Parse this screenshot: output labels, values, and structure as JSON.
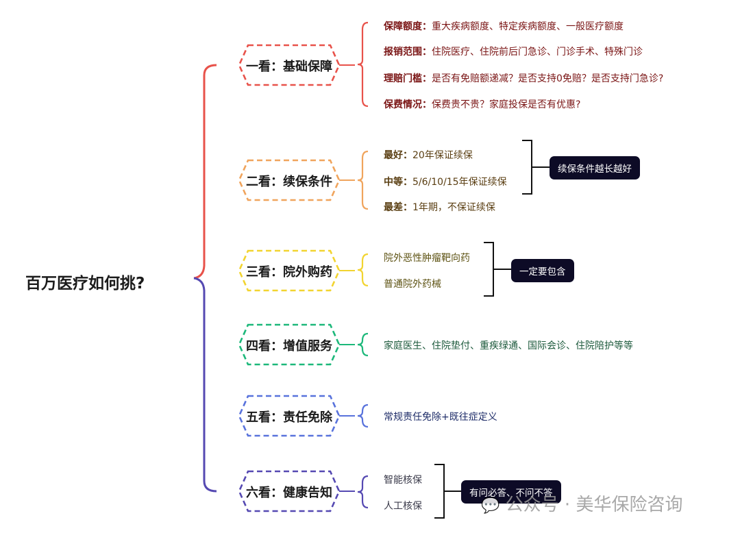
{
  "root": "百万医疗如何挑?",
  "branches": [
    {
      "title": "一看：基础保障",
      "color": "#e8524a",
      "text_color": "#7a1414",
      "items": [
        {
          "label": "保障额度：",
          "text": "重大疾病额度、特定疾病额度、一般医疗额度"
        },
        {
          "label": "报销范围：",
          "text": "住院医疗、住院前后门急诊、门诊手术、特殊门诊"
        },
        {
          "label": "理赔门槛：",
          "text": "是否有免赔额递减？是否支持0免赔？是否支持门急诊?"
        },
        {
          "label": "保费情况：",
          "text": "保费贵不贵？家庭投保是否有优惠?"
        }
      ]
    },
    {
      "title": "二看：续保条件",
      "color": "#f0a45c",
      "text_color": "#5a3e12",
      "items": [
        {
          "label": "最好：",
          "text": "20年保证续保"
        },
        {
          "label": "中等：",
          "text": "5/6/10/15年保证续保"
        },
        {
          "label": "最差：",
          "text": "1年期，不保证续保"
        }
      ],
      "note": "续保条件越长越好"
    },
    {
      "title": "三看：院外购药",
      "color": "#f2d430",
      "text_color": "#5e5314",
      "items": [
        {
          "label": "",
          "text": "院外恶性肿瘤靶向药"
        },
        {
          "label": "",
          "text": "普通院外药械"
        }
      ],
      "note": "一定要包含"
    },
    {
      "title": "四看：增值服务",
      "color": "#1cb87a",
      "text_color": "#1d5a3c",
      "items": [
        {
          "label": "",
          "text": "家庭医生、住院垫付、重疾绿通、国际会诊、住院陪护等等"
        }
      ]
    },
    {
      "title": "五看：责任免除",
      "color": "#5872dc",
      "text_color": "#1e2c68",
      "items": [
        {
          "label": "",
          "text": "常规责任免除+既往症定义"
        }
      ]
    },
    {
      "title": "六看：健康告知",
      "color": "#5549b2",
      "text_color": "#3a3a4a",
      "items": [
        {
          "label": "",
          "text": "智能核保"
        },
        {
          "label": "",
          "text": "人工核保"
        }
      ],
      "note": "有问必答、不问不答"
    }
  ],
  "watermark": "公众号 · 美华保险咨询",
  "colors": {
    "red": "#e8524a",
    "orange": "#f0a45c",
    "yellow": "#f2d430",
    "green": "#1cb87a",
    "blue": "#5872dc",
    "purple": "#5549b2",
    "note_bg": "#0d0b26"
  }
}
